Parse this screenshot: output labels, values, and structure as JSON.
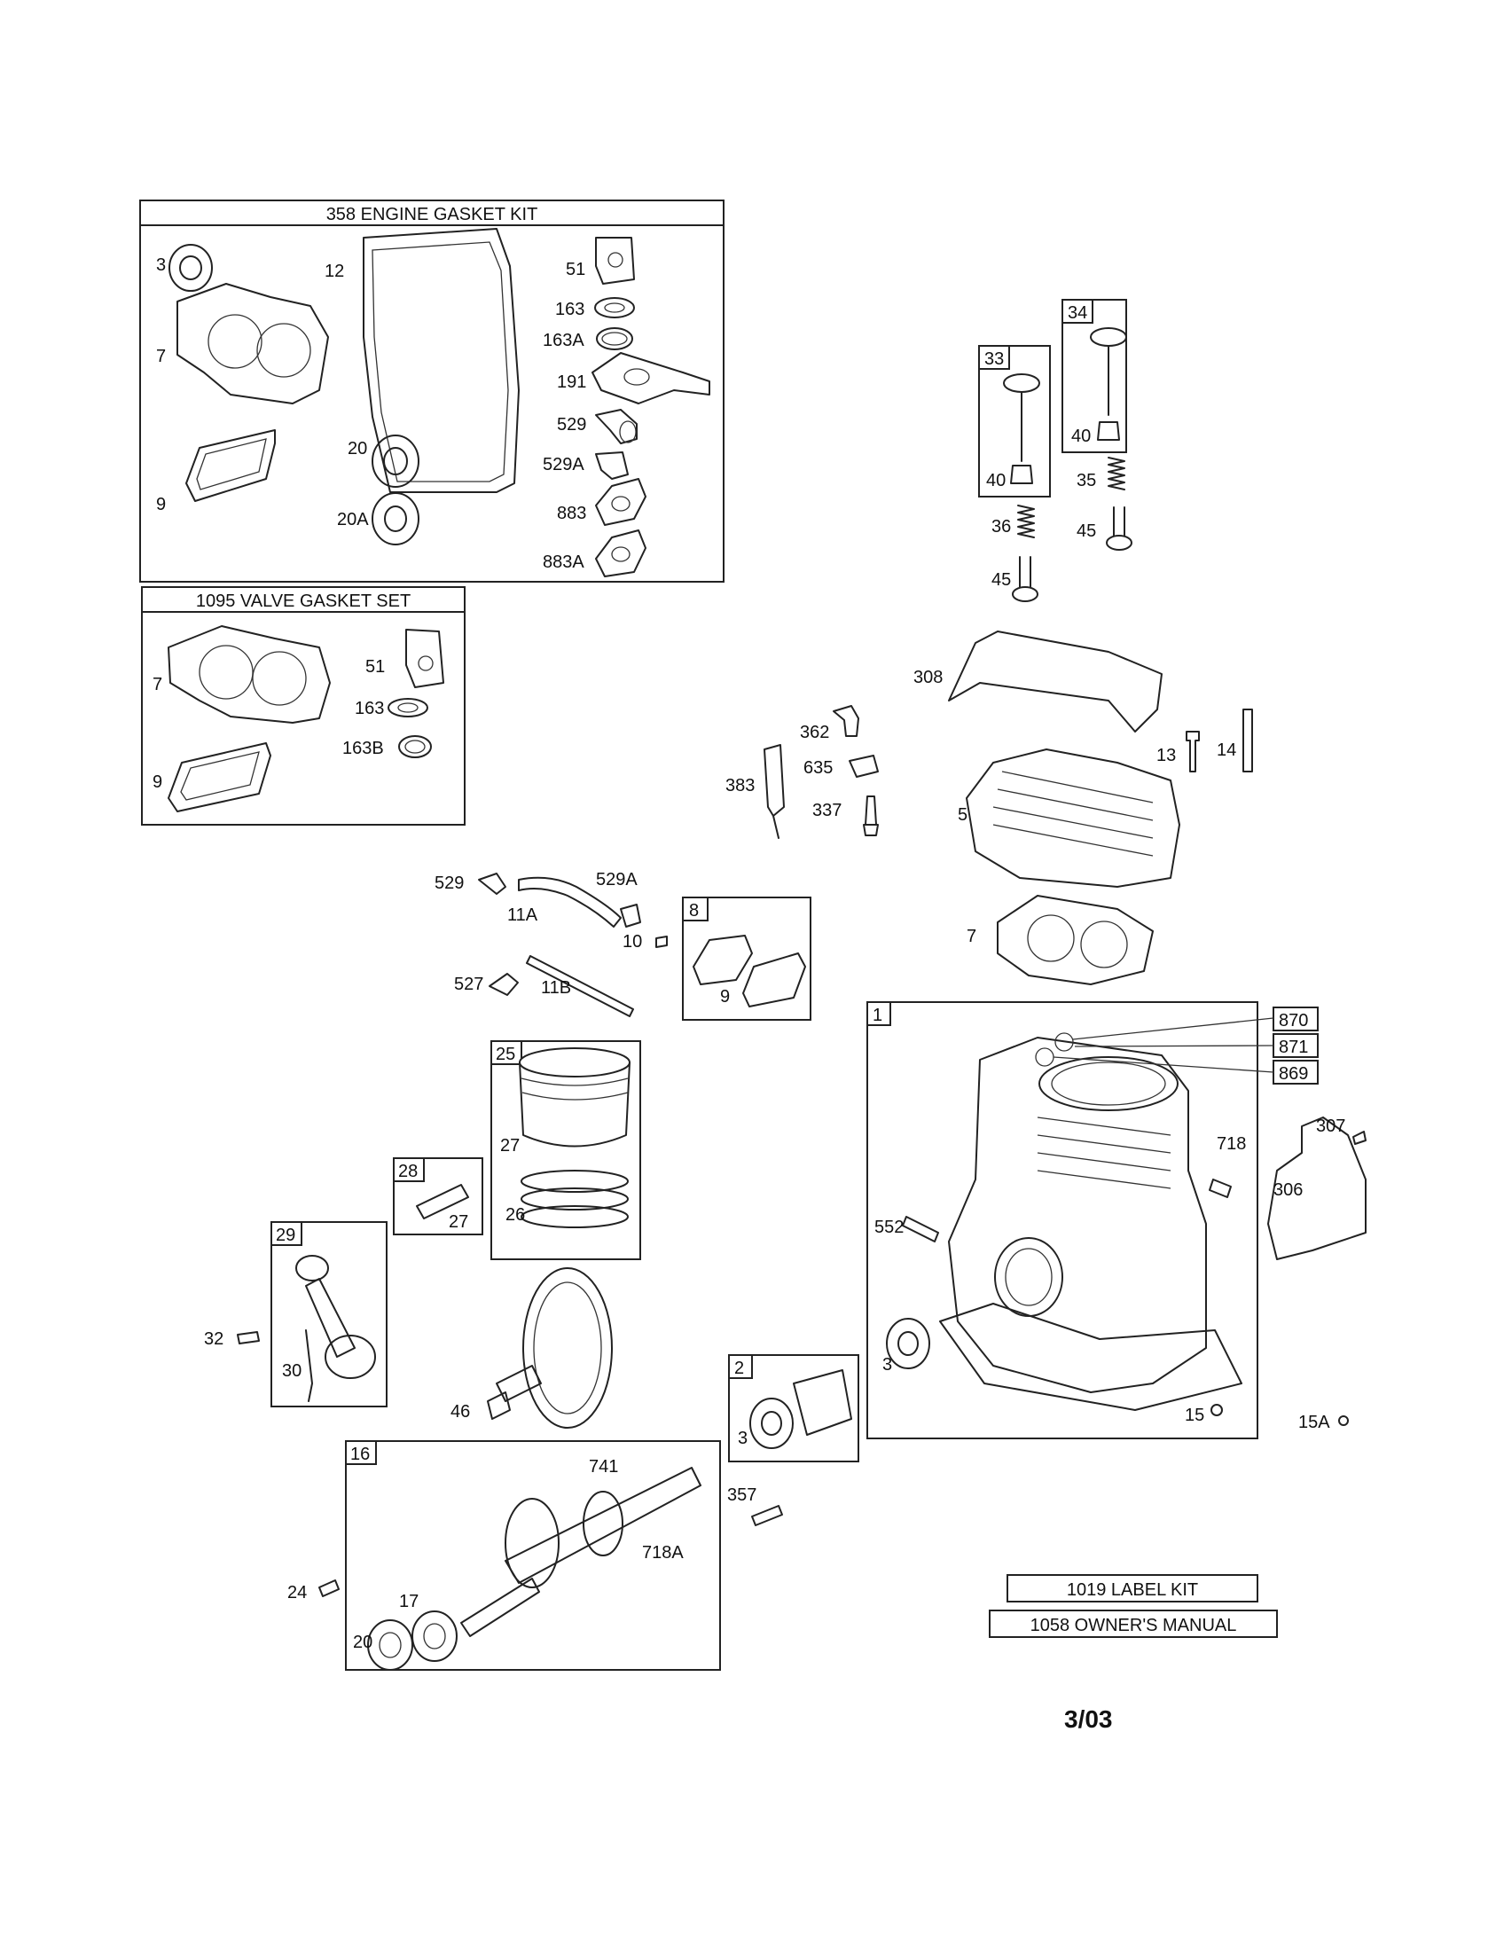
{
  "kits": {
    "engine_gasket_kit": "358 ENGINE GASKET KIT",
    "valve_gasket_set": "1095 VALVE GASKET SET",
    "label_kit": "1019 LABEL KIT",
    "owners_manual": "1058 OWNER'S MANUAL"
  },
  "groups": {
    "g1": "1",
    "g2": "2",
    "g8": "8",
    "g16": "16",
    "g25": "25",
    "g28": "28",
    "g29": "29",
    "g33": "33",
    "g34": "34"
  },
  "callouts": {
    "c870": "870",
    "c871": "871",
    "c869": "869"
  },
  "labels": {
    "k_3": "3",
    "k_12": "12",
    "k_7": "7",
    "k_9": "9",
    "k_20": "20",
    "k_20a": "20A",
    "k_51": "51",
    "k_163": "163",
    "k_163a": "163A",
    "k_191": "191",
    "k_529": "529",
    "k_529a": "529A",
    "k_883": "883",
    "k_883a": "883A",
    "v_7": "7",
    "v_9": "9",
    "v_51": "51",
    "v_163": "163",
    "v_163b": "163B",
    "l_40a": "40",
    "l_36": "36",
    "l_45a": "45",
    "l_40b": "40",
    "l_35": "35",
    "l_45b": "45",
    "l_308": "308",
    "l_362": "362",
    "l_635": "635",
    "l_383": "383",
    "l_337": "337",
    "l_13": "13",
    "l_14": "14",
    "l_5": "5",
    "l_7": "7",
    "l_529": "529",
    "l_11a": "11A",
    "l_529a": "529A",
    "l_10": "10",
    "l_527": "527",
    "l_11b": "11B",
    "l_8_9": "9",
    "l_27a": "27",
    "l_26": "26",
    "l_27b": "27",
    "l_718": "718",
    "l_307": "307",
    "l_306": "306",
    "l_552": "552",
    "l_3a": "3",
    "l_15": "15",
    "l_15a": "15A",
    "l_32": "32",
    "l_30": "30",
    "l_46": "46",
    "l_2_3": "3",
    "l_357": "357",
    "l_741": "741",
    "l_718a": "718A",
    "l_24": "24",
    "l_17": "17",
    "l_20": "20"
  },
  "revision": "3/03"
}
